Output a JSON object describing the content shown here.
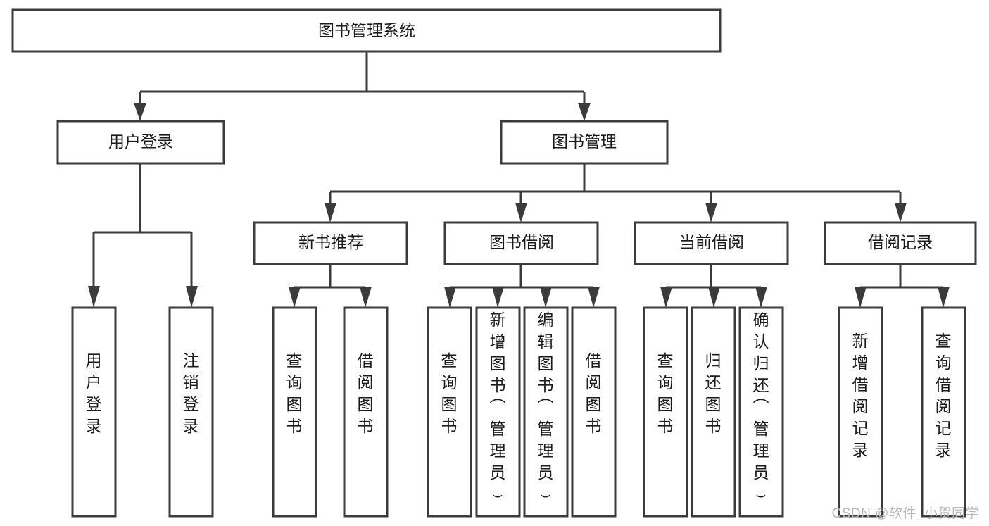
{
  "diagram": {
    "type": "tree-flowchart",
    "orientation": "top-down",
    "root": {
      "id": "root",
      "label": "图书管理系统"
    },
    "level1": [
      {
        "id": "user-login",
        "label": "用户登录"
      },
      {
        "id": "book-manage",
        "label": "图书管理"
      }
    ],
    "level2": [
      {
        "id": "new-book-rec",
        "label": "新书推荐",
        "parent": "book-manage"
      },
      {
        "id": "book-borrow",
        "label": "图书借阅",
        "parent": "book-manage"
      },
      {
        "id": "current-borrow",
        "label": "当前借阅",
        "parent": "book-manage"
      },
      {
        "id": "borrow-record",
        "label": "借阅记录",
        "parent": "book-manage"
      }
    ],
    "leaves": [
      {
        "id": "leaf-user-login",
        "label": "用户登录",
        "parent": "user-login"
      },
      {
        "id": "leaf-logout",
        "label": "注销登录",
        "parent": "user-login"
      },
      {
        "id": "leaf-query-book-1",
        "label": "查询图书",
        "parent": "new-book-rec"
      },
      {
        "id": "leaf-borrow-book-1",
        "label": "借阅图书",
        "parent": "new-book-rec"
      },
      {
        "id": "leaf-query-book-2",
        "label": "查询图书",
        "parent": "book-borrow"
      },
      {
        "id": "leaf-add-book",
        "label": "新增图书（管理员）",
        "parent": "book-borrow"
      },
      {
        "id": "leaf-edit-book",
        "label": "编辑图书（管理员）",
        "parent": "book-borrow"
      },
      {
        "id": "leaf-borrow-book-2",
        "label": "借阅图书",
        "parent": "book-borrow"
      },
      {
        "id": "leaf-query-book-3",
        "label": "查询图书",
        "parent": "current-borrow"
      },
      {
        "id": "leaf-return-book",
        "label": "归还图书",
        "parent": "current-borrow"
      },
      {
        "id": "leaf-confirm-return",
        "label": "确认归还（管理员）",
        "parent": "current-borrow"
      },
      {
        "id": "leaf-add-record",
        "label": "新增借阅记录",
        "parent": "borrow-record"
      },
      {
        "id": "leaf-query-record",
        "label": "查询借阅记录",
        "parent": "borrow-record"
      }
    ]
  },
  "watermark": {
    "text": "CSDN @软件_小贺同学"
  },
  "colors": {
    "stroke": "#3b3b3b",
    "fill": "#ffffff",
    "text": "#1b1b1b",
    "watermark": "#b9b9b9"
  }
}
